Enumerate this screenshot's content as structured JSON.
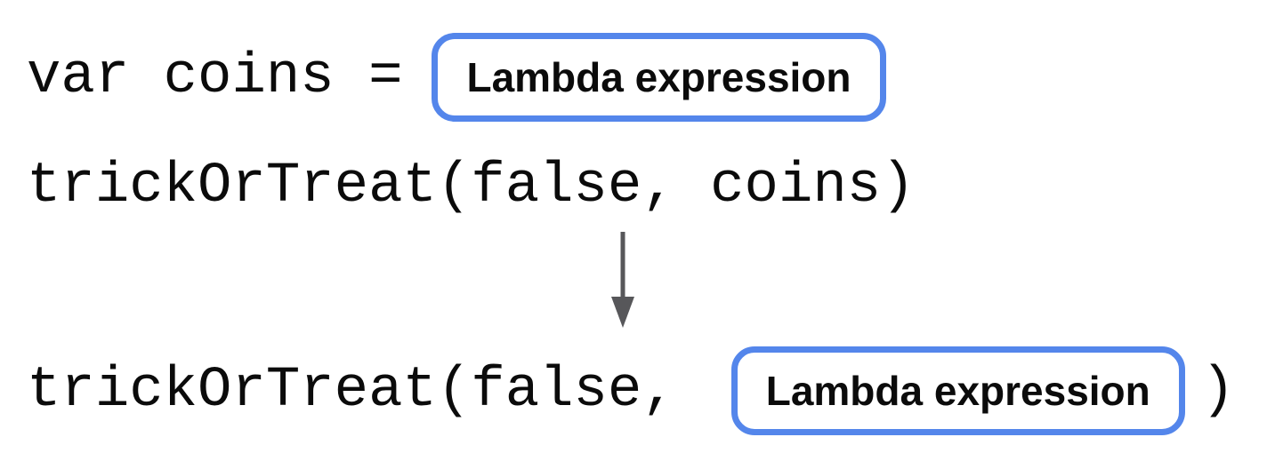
{
  "diagram": {
    "background_color": "#ffffff",
    "accent_blue": "#5486eb",
    "code_color": "#0b0b0b",
    "label_color": "#0b0b0b",
    "line1": {
      "code": "var coins =",
      "box_label": "Lambda expression"
    },
    "line2": {
      "code": "trickOrTreat(false, coins)"
    },
    "arrow": {
      "icon": "arrow-down-icon",
      "direction": "down",
      "color": "#57575a"
    },
    "line3": {
      "code_before": "trickOrTreat(false,",
      "box_label": "Lambda expression",
      "code_after": ")"
    }
  }
}
